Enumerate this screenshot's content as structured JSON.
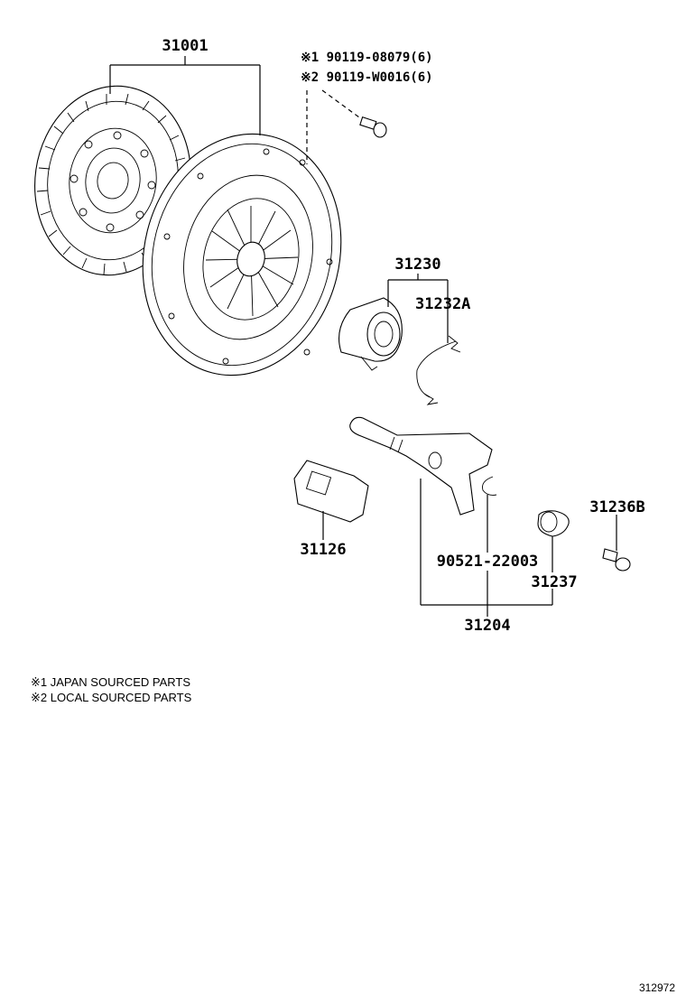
{
  "callouts": {
    "clutch_cover": "31001",
    "bolt_japan": "※1 90119-08079(6)",
    "bolt_local": "※2 90119-W0016(6)",
    "release_bearing": "31230",
    "bearing_clip": "31232A",
    "release_fork_assembly": "31204",
    "fork_boot": "31126",
    "fork_clip": "90521-22003",
    "fork_support_boot": "31237",
    "fork_pivot": "31236B"
  },
  "notes": {
    "note1": "※1 JAPAN SOURCED PARTS",
    "note2": "※2 LOCAL SOURCED PARTS"
  },
  "figure_number": "312972"
}
